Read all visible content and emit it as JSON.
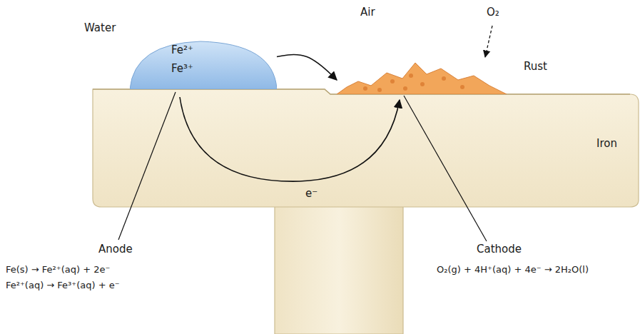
{
  "diagram": {
    "nodes": [
      {
        "text": [
          "Fe²⁺",
          "Fe³⁺"
        ]
      },
      {
        "text": [
          "Rust"
        ]
      }
    ],
    "edges": [
      {
        "from": 0,
        "to": 1,
        "arrow": "to"
      }
    ],
    "labels": [
      "Air",
      "O₂",
      "Water",
      "Iron",
      "e⁻",
      "Anode",
      "Fe(s) → Fe²⁺(aq) + 2e⁻",
      "Fe²⁺(aq) → Fe³⁺(aq) + e⁻",
      "Cathode",
      "O₂(g) + 4H⁺(aq) + 4e⁻ → 2H₂O(l)"
    ]
  }
}
